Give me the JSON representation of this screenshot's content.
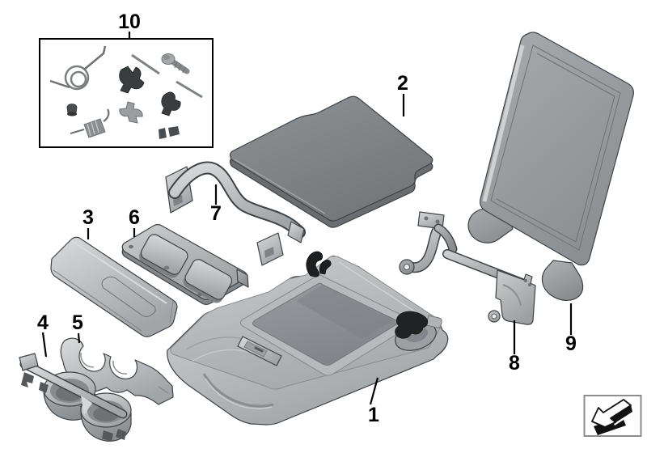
{
  "diagram": {
    "callouts": [
      {
        "label": "1"
      },
      {
        "label": "2"
      },
      {
        "label": "3"
      },
      {
        "label": "4"
      },
      {
        "label": "5"
      },
      {
        "label": "6"
      },
      {
        "label": "7"
      },
      {
        "label": "8"
      },
      {
        "label": "9"
      },
      {
        "label": "10"
      }
    ],
    "icons": {
      "direction_arrow": "exploded-view-direction-arrow-icon"
    },
    "colors": {
      "background": "#ffffff",
      "callout_text": "#000000",
      "leader_line": "#000000",
      "hardware_box_border": "#000000",
      "icon_box_border": "#8a8c8e",
      "part_light_gray": "#b5b8ba",
      "part_mid_gray": "#9b9ea1",
      "lid_gray": "#84878a",
      "tray_gray": "#8a8d90",
      "hardware_dark": "#3a3d40",
      "latch_black": "#1c1e20"
    }
  }
}
